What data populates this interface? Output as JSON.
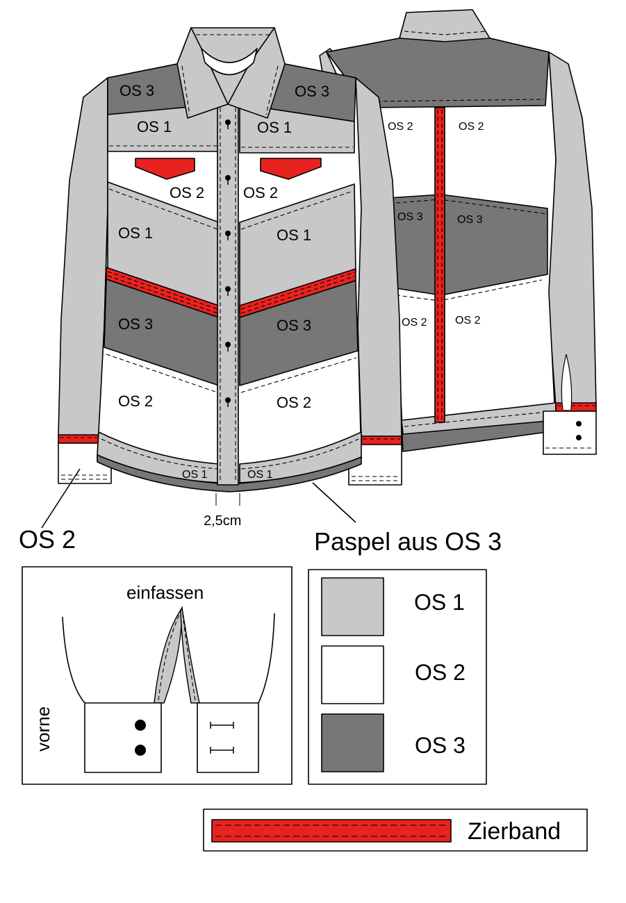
{
  "colors": {
    "os1": "#c8c8c8",
    "os2": "#ffffff",
    "os3": "#777777",
    "zierband": "#e8231f",
    "outline": "#000000"
  },
  "front": {
    "labels": {
      "yoke_left": "OS 3",
      "yoke_right": "OS 3",
      "upper_left": "OS 1",
      "upper_right": "OS 1",
      "pocket_left": "OS 2",
      "pocket_right": "OS 2",
      "mid_left": "OS 1",
      "mid_right": "OS 1",
      "dark_left": "OS 3",
      "dark_right": "OS 3",
      "lower_left": "OS 2",
      "lower_right": "OS 2",
      "hem_left": "OS 1",
      "hem_right": "OS 1"
    },
    "placket_width": "2,5cm"
  },
  "back": {
    "labels": {
      "upper_left": "OS 2",
      "upper_right": "OS 2",
      "mid_left": "OS 3",
      "mid_right": "OS 3",
      "lower_left": "OS 2",
      "lower_right": "OS 2"
    }
  },
  "callouts": {
    "cuff": "OS 2",
    "piping": "Paspel aus OS 3"
  },
  "detail": {
    "binding_label": "einfassen",
    "front_label": "vorne"
  },
  "legend": {
    "items": [
      {
        "label": "OS 1",
        "color": "#c8c8c8"
      },
      {
        "label": "OS 2",
        "color": "#ffffff"
      },
      {
        "label": "OS 3",
        "color": "#777777"
      }
    ],
    "trim_label": "Zierband"
  }
}
